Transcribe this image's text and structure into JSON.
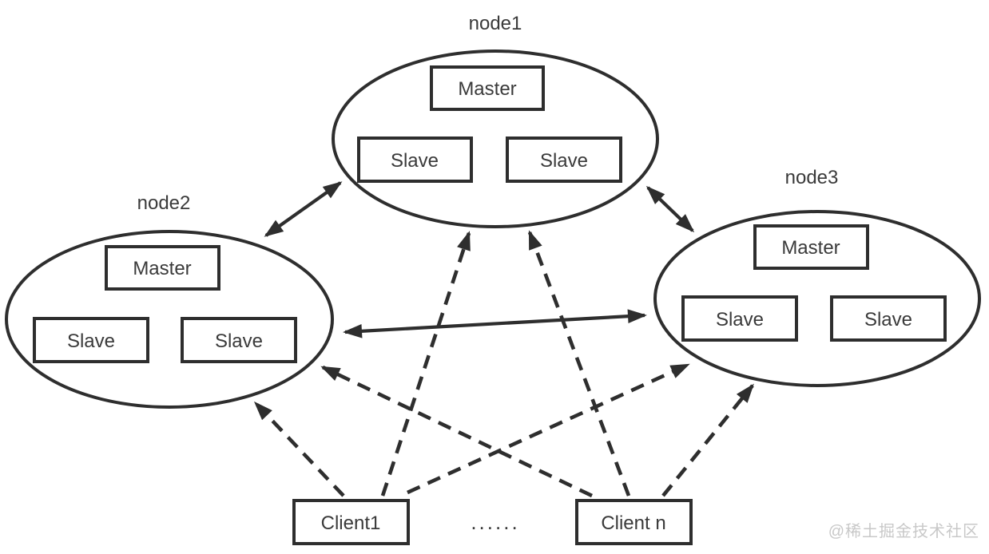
{
  "diagram": {
    "nodes": [
      {
        "label": "node1",
        "master": "Master",
        "slaves": [
          "Slave",
          "Slave"
        ]
      },
      {
        "label": "node2",
        "master": "Master",
        "slaves": [
          "Slave",
          "Slave"
        ]
      },
      {
        "label": "node3",
        "master": "Master",
        "slaves": [
          "Slave",
          "Slave"
        ]
      }
    ],
    "clients": [
      {
        "label": "Client1"
      },
      {
        "label": "Client n"
      }
    ],
    "ellipsis": "......",
    "watermark": "@稀土掘金技术社区",
    "connections": {
      "solid_bidirectional": [
        "node1-node2",
        "node1-node3",
        "node2-node3"
      ],
      "dashed_client_to_node": [
        "client1-node2",
        "client1-node1",
        "client1-node3",
        "clientn-node2",
        "clientn-node1",
        "clientn-node3"
      ]
    },
    "colors": {
      "line": "#2e2e2e",
      "text": "#3a3a3a",
      "watermark": "#c8c8c8",
      "background": "#ffffff"
    }
  }
}
